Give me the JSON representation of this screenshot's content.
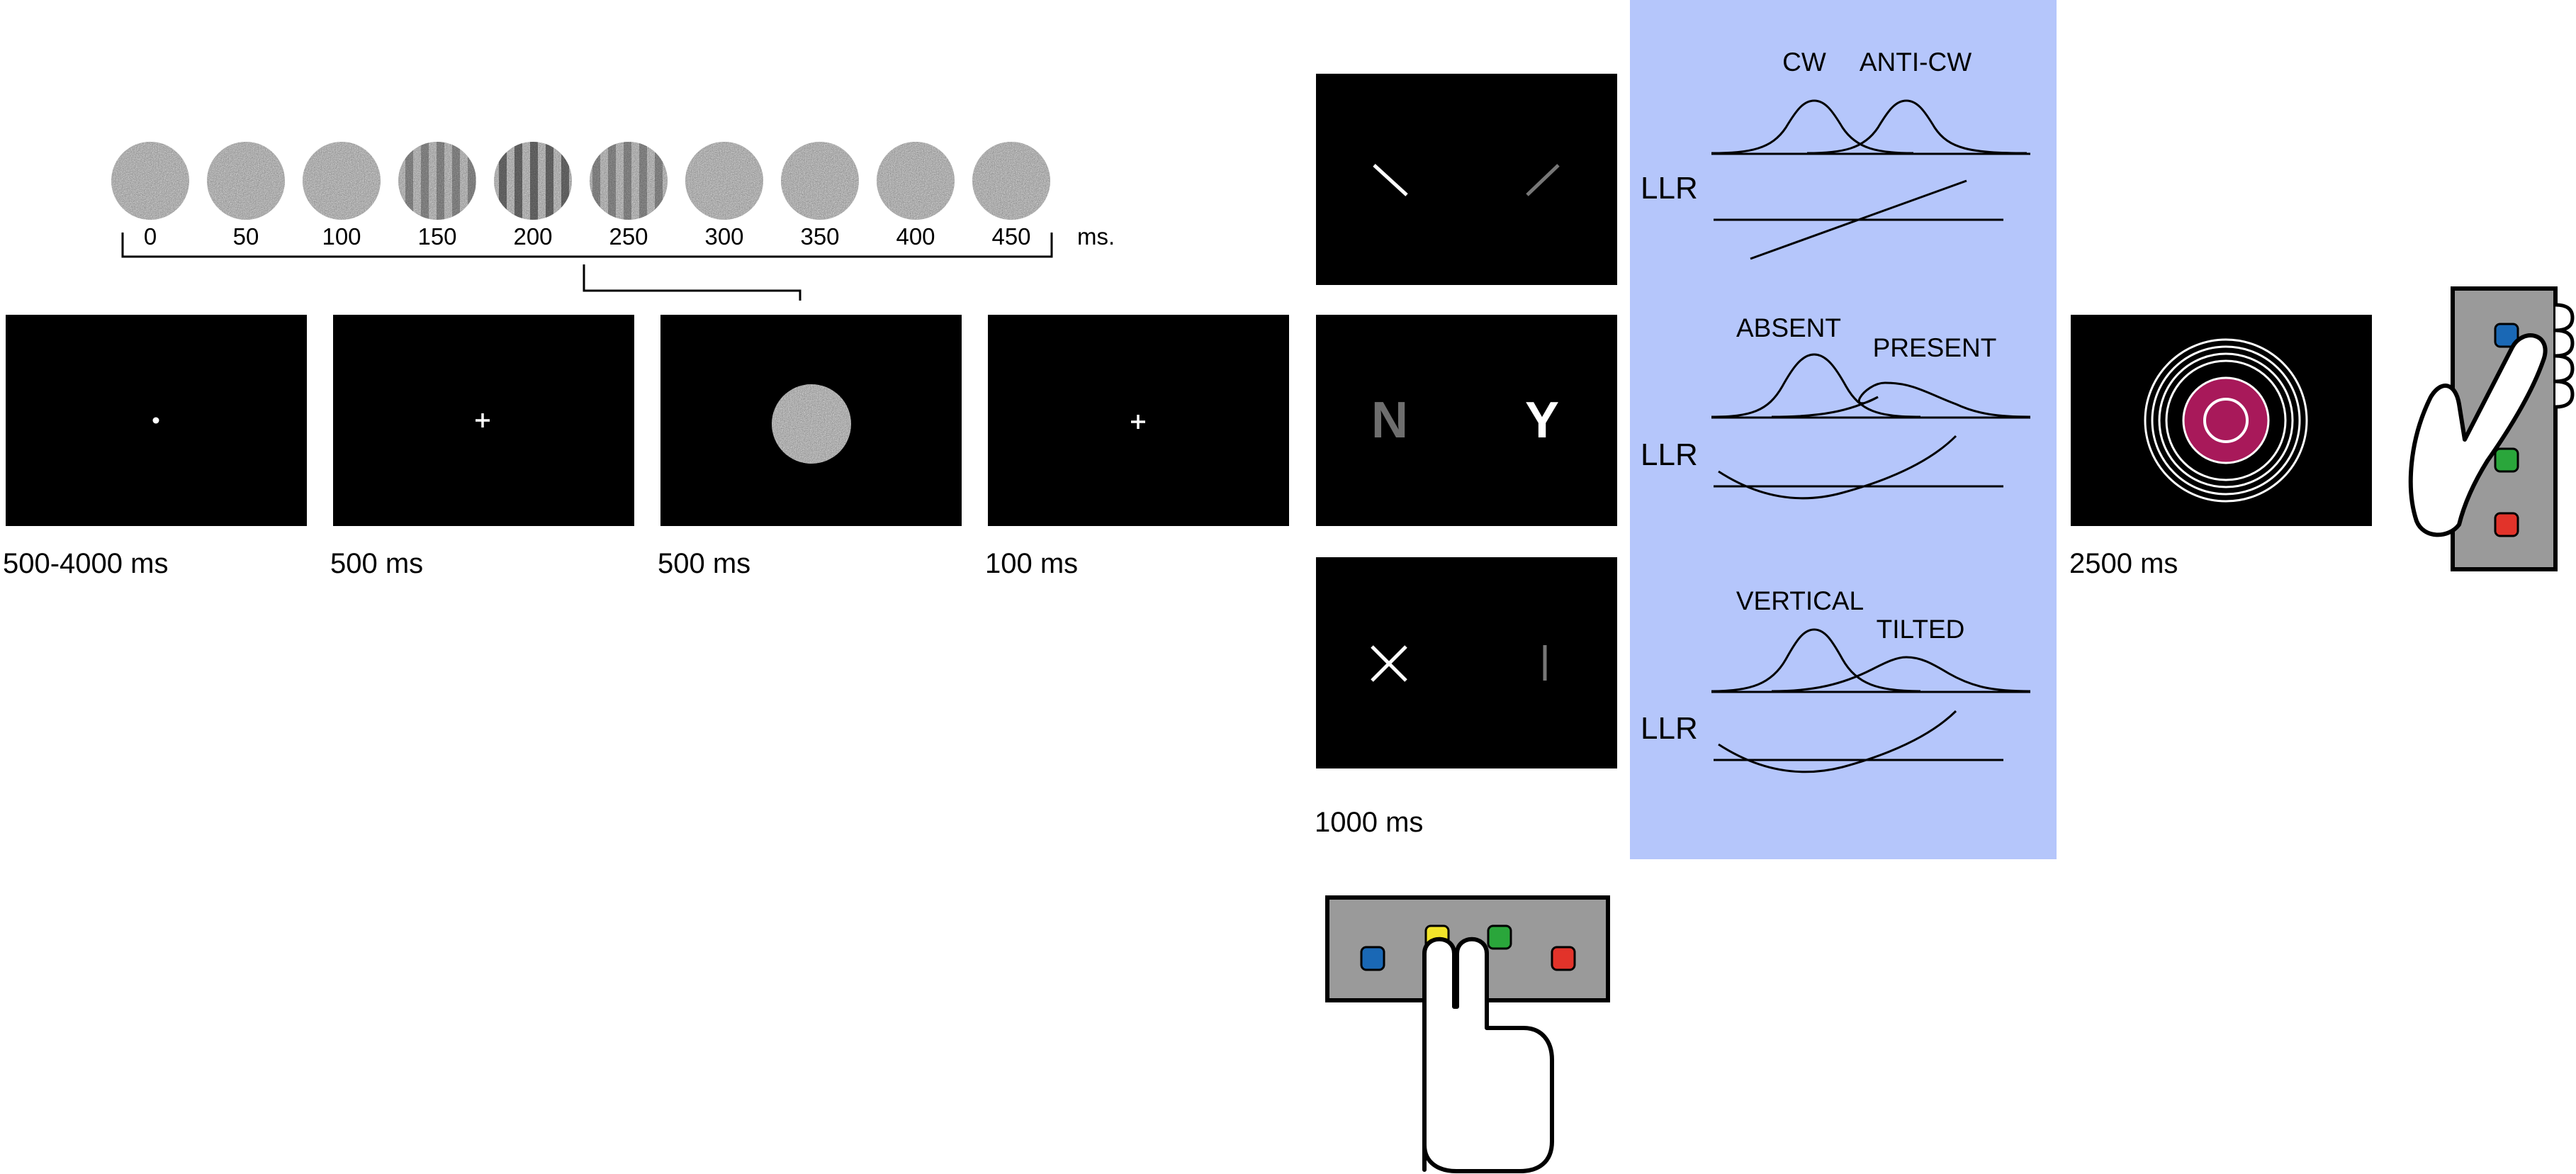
{
  "timeline": {
    "stimulus_times": [
      "0",
      "50",
      "100",
      "150",
      "200",
      "250",
      "300",
      "350",
      "400",
      "450"
    ],
    "unit": "ms."
  },
  "frames": [
    {
      "marker": "dot",
      "duration": "500-4000 ms"
    },
    {
      "marker": "fixation-cross",
      "duration": "500 ms"
    },
    {
      "marker": "noise-disc",
      "duration": "500 ms"
    },
    {
      "marker": "fixation-cross",
      "duration": "100 ms"
    }
  ],
  "response_screens": {
    "duration": "1000 ms",
    "screens": [
      {
        "task": "orientation",
        "left_symbol": "\\",
        "right_symbol": "/"
      },
      {
        "task": "detection",
        "left_symbol": "N",
        "right_symbol": "Y"
      },
      {
        "task": "tilt",
        "left_symbol": "×",
        "right_symbol": "|"
      }
    ]
  },
  "model_panel": {
    "background_color": "#b5c6fb",
    "llr_label": "LLR",
    "rows": [
      {
        "labels": [
          "CW",
          "ANTI-CW"
        ]
      },
      {
        "labels": [
          "ABSENT",
          "PRESENT"
        ]
      },
      {
        "labels": [
          "VERTICAL",
          "TILTED"
        ]
      }
    ]
  },
  "confidence": {
    "duration": "2500 ms",
    "target_color": "#a8195a"
  },
  "button_box": {
    "button_colors": [
      "#1a68b5",
      "#f3e52a",
      "#2aa63b",
      "#e2332a"
    ],
    "box_color": "#9a9a9a"
  }
}
